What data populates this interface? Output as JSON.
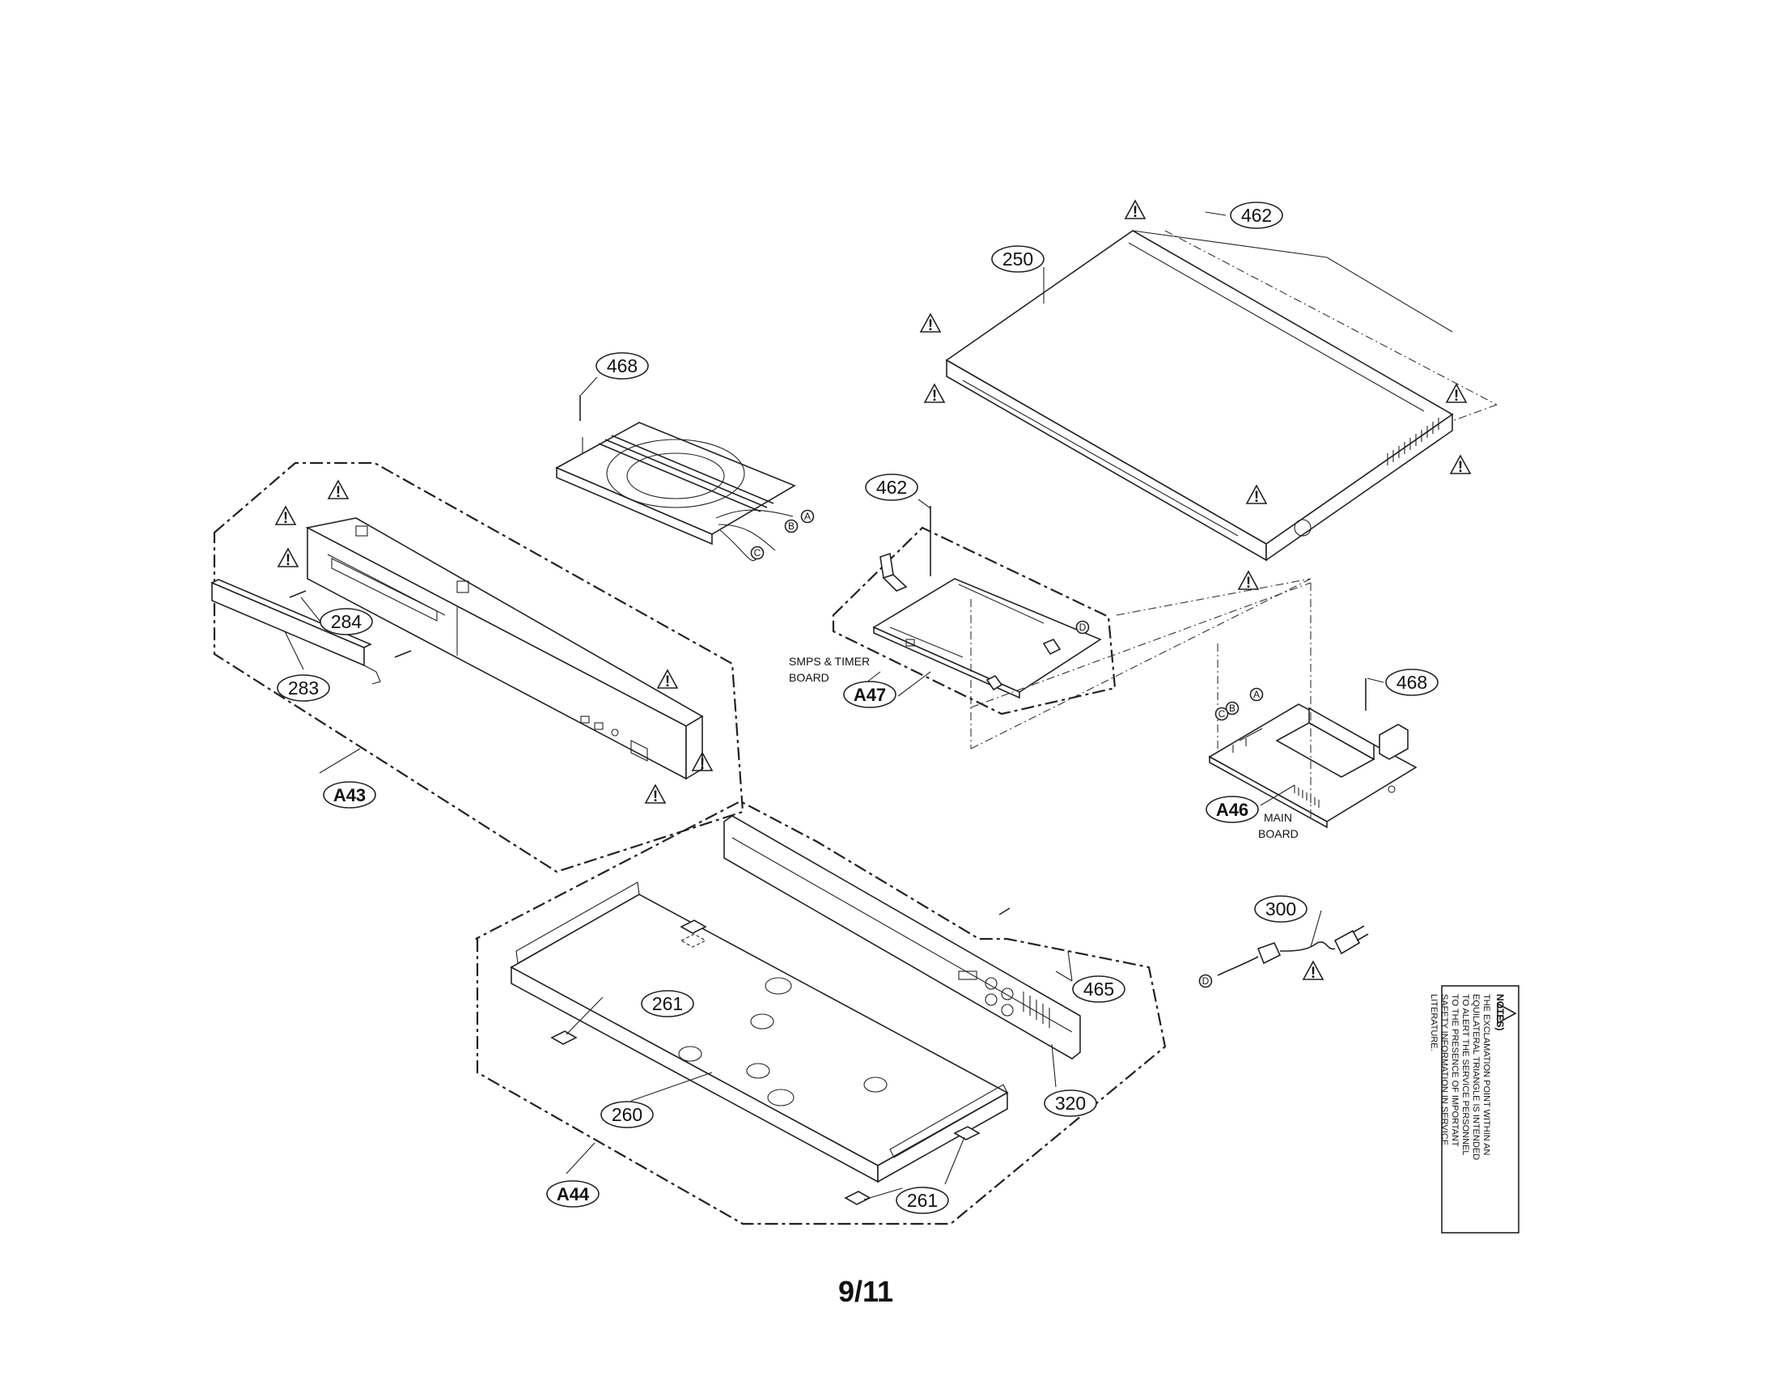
{
  "page": {
    "number": "9/11"
  },
  "parts": {
    "p250": "250",
    "p462_top": "462",
    "p468_tray": "468",
    "p462_board": "462",
    "p468_main": "468",
    "p284": "284",
    "p283": "283",
    "p300": "300",
    "p465": "465",
    "p320": "320",
    "p260": "260",
    "p261_upper": "261",
    "p261_lower": "261"
  },
  "assemblies": {
    "a43": "A43",
    "a44": "A44",
    "a46": "A46",
    "a47": "A47"
  },
  "board_names": {
    "smps_line1": "SMPS & TIMER",
    "smps_line2": "BOARD",
    "main_line1": "MAIN",
    "main_line2": "BOARD"
  },
  "connectors": {
    "a": "A",
    "b": "B",
    "c": "C",
    "d": "D"
  },
  "warning_symbol": "!",
  "notes": {
    "heading": "NOTES)",
    "lines": [
      "THE EXCLAMATION POINT WITHIN AN",
      "EQUILATERAL TRIANGLE IS INTENDED",
      "TO ALERT THE SERVICE PERSONNEL",
      "TO THE PRESENCE OF IMPORTANT",
      "SAFETY INFORMATION IN SERVICE",
      "LITERATURE."
    ]
  }
}
